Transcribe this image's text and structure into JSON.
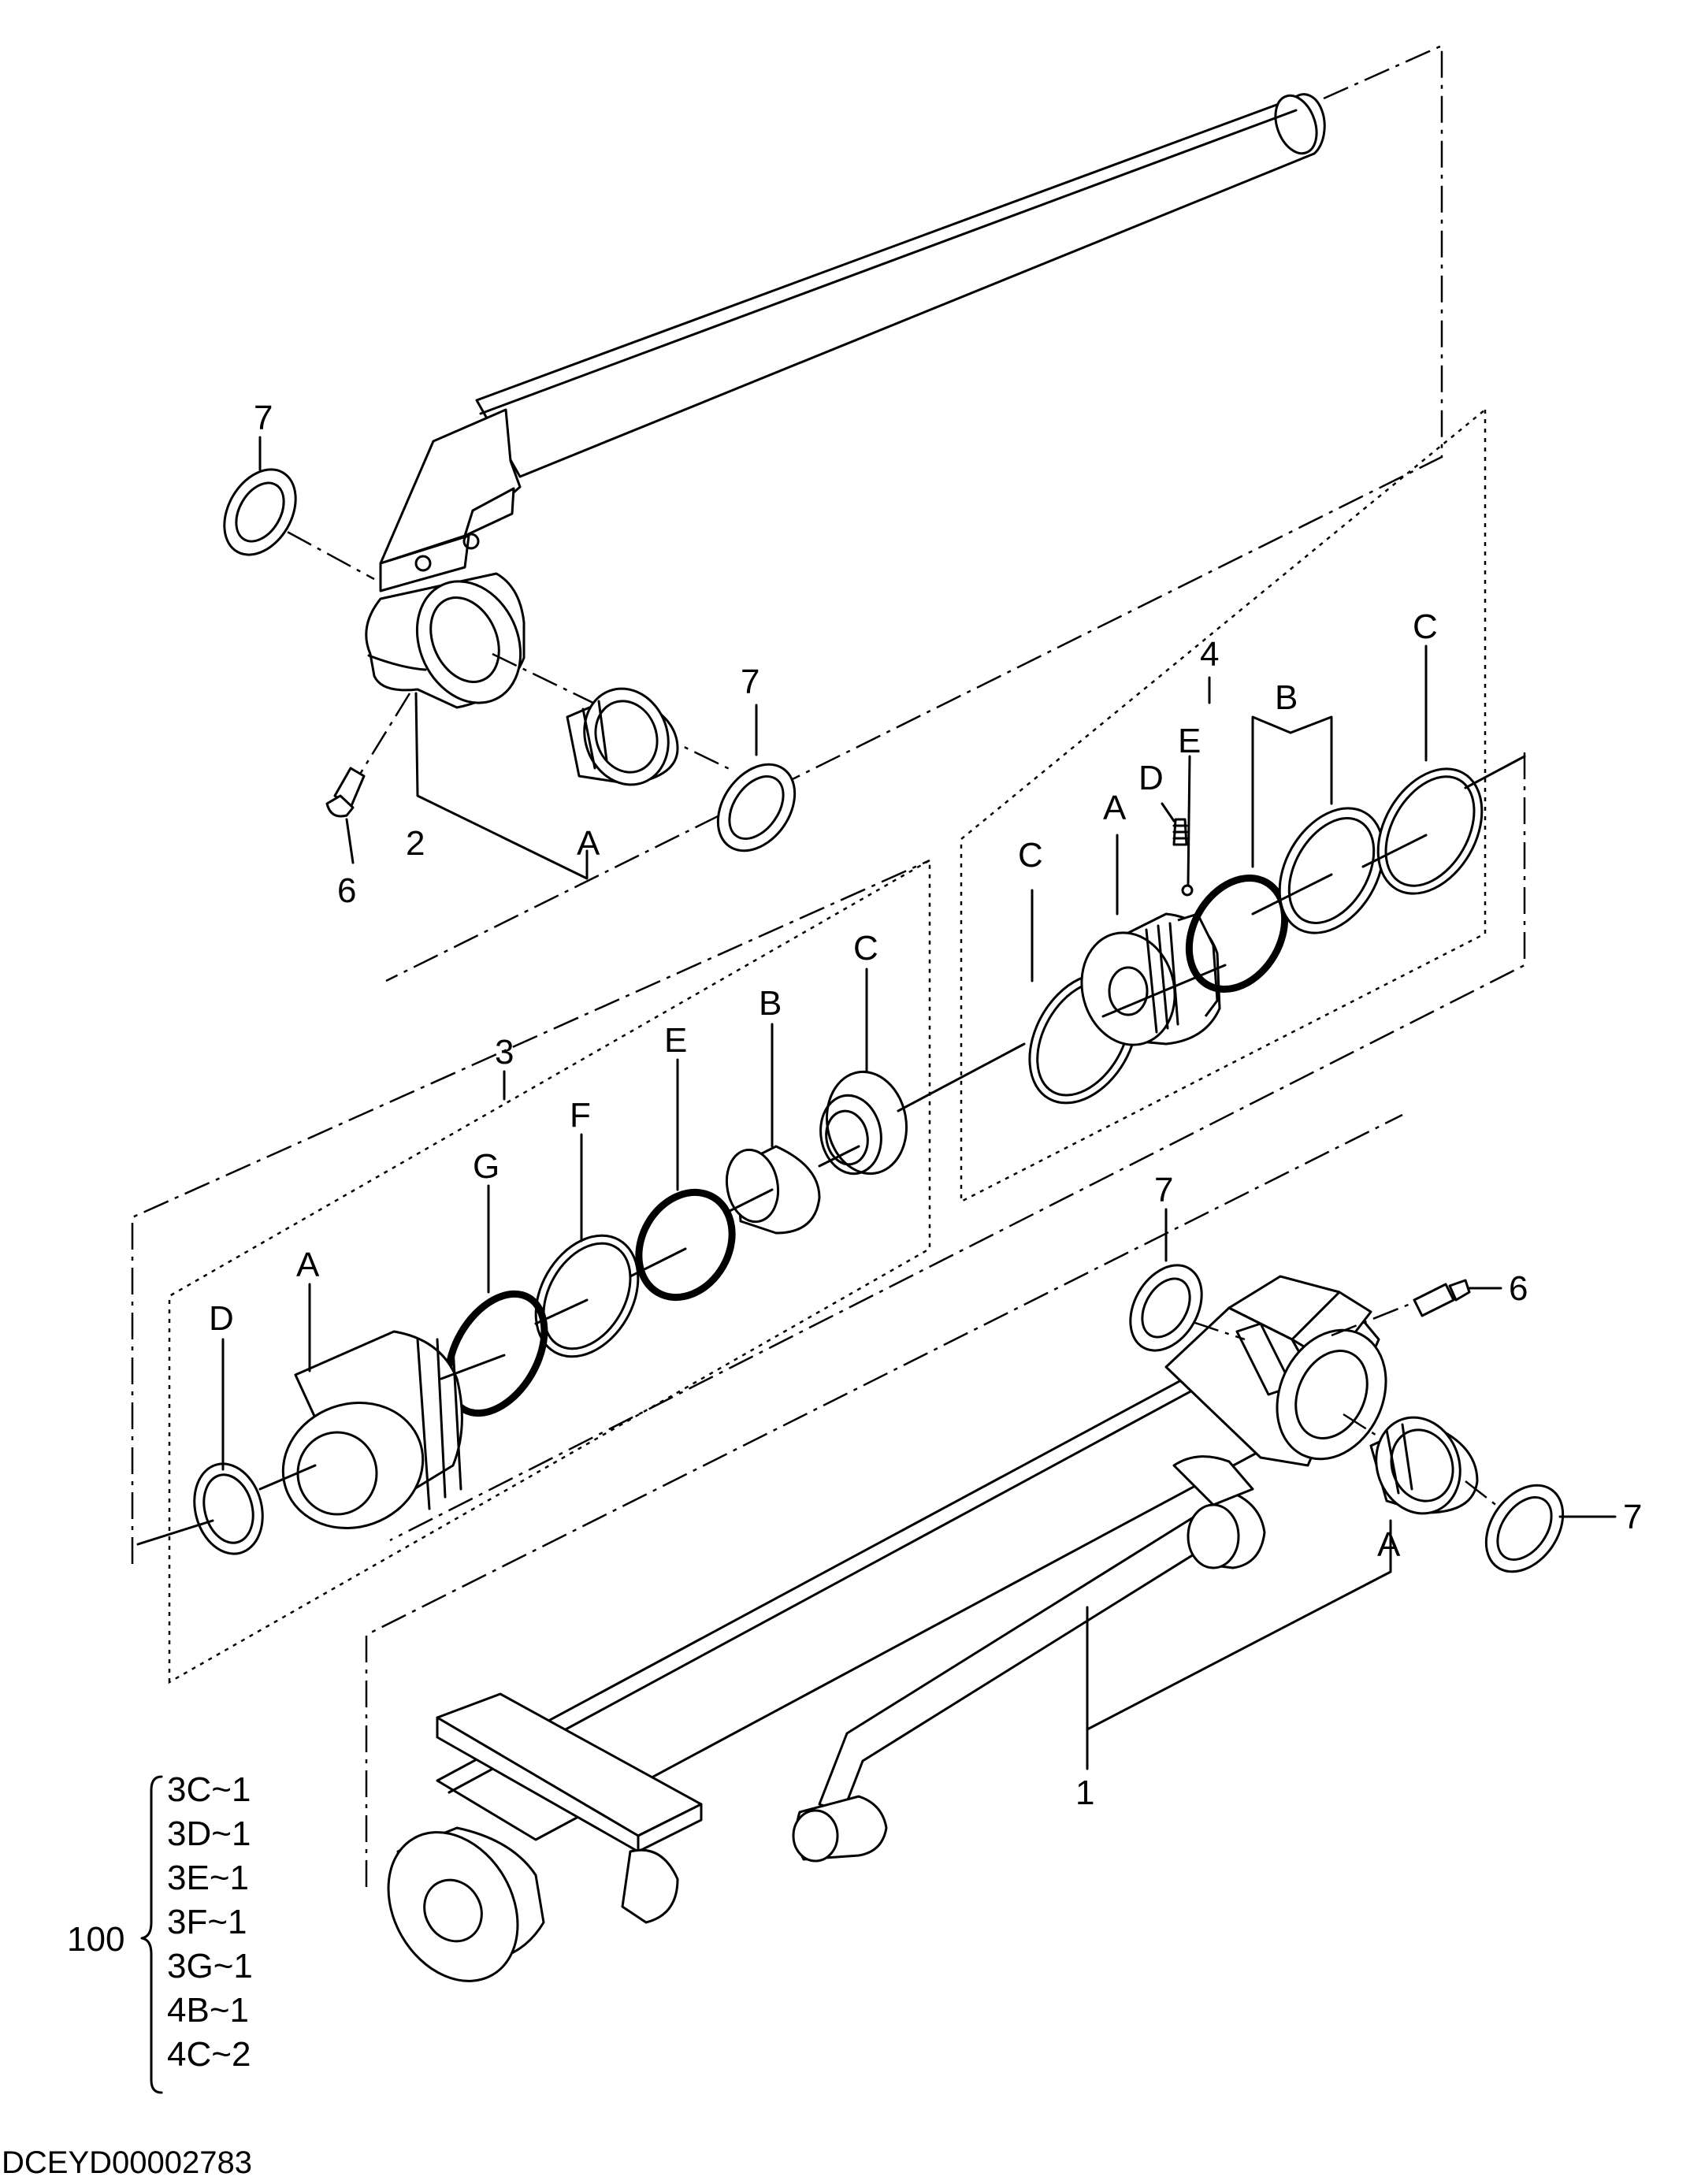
{
  "callouts": {
    "rod_head_washer_left": "7",
    "rod_bushing_washer": "7",
    "rod_grease_nipple": "6",
    "rod": "2",
    "rod_bushing": "A",
    "piston_group": "4",
    "piston_ring_c_right": "C",
    "piston_ring_b": "B",
    "piston_e": "E",
    "piston_d": "D",
    "piston_a": "A",
    "piston_ring_c_left": "C",
    "head_group": "3",
    "head_c": "C",
    "head_b": "B",
    "head_e": "E",
    "head_f": "F",
    "head_g": "G",
    "head_a": "A",
    "head_d": "D",
    "tube_washer_top": "7",
    "tube_grease_nipple": "6",
    "tube_bushing": "A",
    "tube_washer_right": "7",
    "tube": "1"
  },
  "kit": {
    "number": "100",
    "items": [
      "3C~1",
      "3D~1",
      "3E~1",
      "3F~1",
      "3G~1",
      "4B~1",
      "4C~2"
    ]
  },
  "drawing_code": "DCEYD00002783"
}
